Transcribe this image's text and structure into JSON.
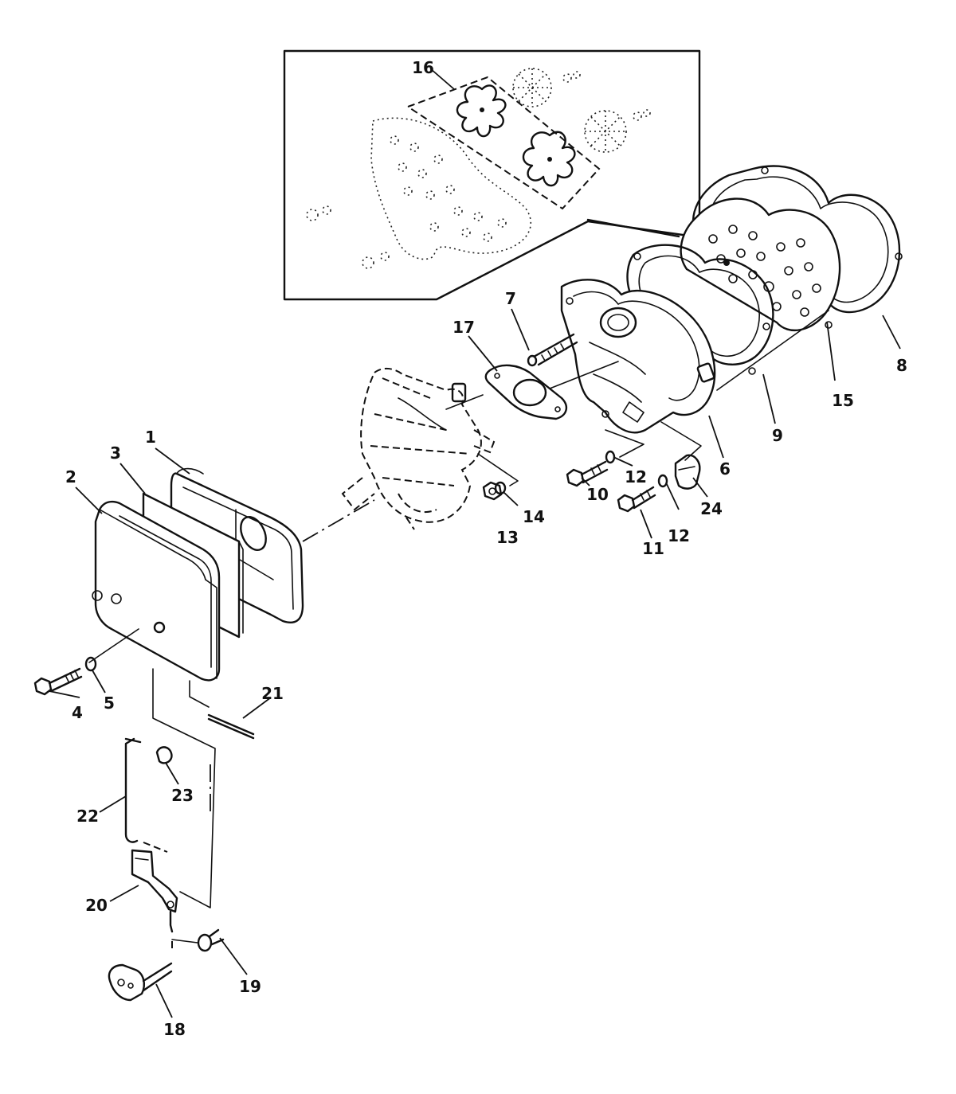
{
  "callouts": [
    {
      "id": "1",
      "label": "1"
    },
    {
      "id": "2",
      "label": "2"
    },
    {
      "id": "3",
      "label": "3"
    },
    {
      "id": "4",
      "label": "4"
    },
    {
      "id": "5",
      "label": "5"
    },
    {
      "id": "6",
      "label": "6"
    },
    {
      "id": "7",
      "label": "7"
    },
    {
      "id": "8",
      "label": "8"
    },
    {
      "id": "9",
      "label": "9"
    },
    {
      "id": "10",
      "label": "10"
    },
    {
      "id": "11",
      "label": "11"
    },
    {
      "id": "12a",
      "label": "12"
    },
    {
      "id": "12b",
      "label": "12"
    },
    {
      "id": "13",
      "label": "13"
    },
    {
      "id": "14",
      "label": "14"
    },
    {
      "id": "15",
      "label": "15"
    },
    {
      "id": "16",
      "label": "16"
    },
    {
      "id": "17",
      "label": "17"
    },
    {
      "id": "18",
      "label": "18"
    },
    {
      "id": "19",
      "label": "19"
    },
    {
      "id": "20",
      "label": "20"
    },
    {
      "id": "21",
      "label": "21"
    },
    {
      "id": "22",
      "label": "22"
    },
    {
      "id": "23",
      "label": "23"
    },
    {
      "id": "24",
      "label": "24"
    }
  ]
}
